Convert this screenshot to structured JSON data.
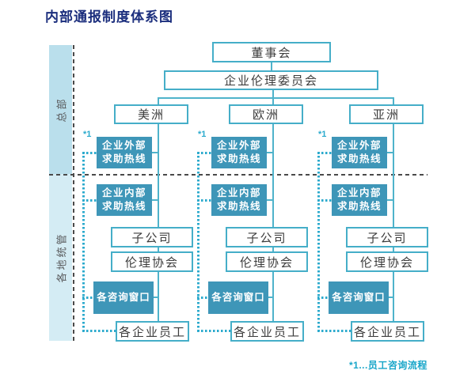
{
  "title": "内部通报制度体系图",
  "sidebar": {
    "top_label": "总部",
    "bottom_label": "各地统管"
  },
  "tree": {
    "board": "董事会",
    "committee": "企业伦理委员会"
  },
  "columns": [
    {
      "region": "美洲",
      "ref": "*1",
      "external_hotline_line1": "企业外部",
      "external_hotline_line2": "求助热线",
      "internal_hotline_line1": "企业内部",
      "internal_hotline_line2": "求助热线",
      "subsidiary": "子公司",
      "ethics_assoc": "伦理协会",
      "consult_window": "各咨询窗口",
      "employees": "各企业员工"
    },
    {
      "region": "欧洲",
      "ref": "*1",
      "external_hotline_line1": "企业外部",
      "external_hotline_line2": "求助热线",
      "internal_hotline_line1": "企业内部",
      "internal_hotline_line2": "求助热线",
      "subsidiary": "子公司",
      "ethics_assoc": "伦理协会",
      "consult_window": "各咨询窗口",
      "employees": "各企业员工"
    },
    {
      "region": "亚洲",
      "ref": "*1",
      "external_hotline_line1": "企业外部",
      "external_hotline_line2": "求助热线",
      "internal_hotline_line1": "企业内部",
      "internal_hotline_line2": "求助热线",
      "subsidiary": "子公司",
      "ethics_assoc": "伦理协会",
      "consult_window": "各咨询窗口",
      "employees": "各企业员工"
    }
  ],
  "footnote": "*1...员工咨询流程",
  "colors": {
    "title_text": "#1B2E7D",
    "teal_box_fill": "#3E96B8",
    "box_border": "#45AEC8",
    "connector_line": "#4FB3CB",
    "dotted_flow_line": "#2BAACD",
    "dashed_guide_line": "#4A4A4A",
    "sidebar_top_fill": "#BADFEC",
    "sidebar_bottom_fill": "#D4ECF4",
    "footnote_text": "#19A6C9"
  }
}
